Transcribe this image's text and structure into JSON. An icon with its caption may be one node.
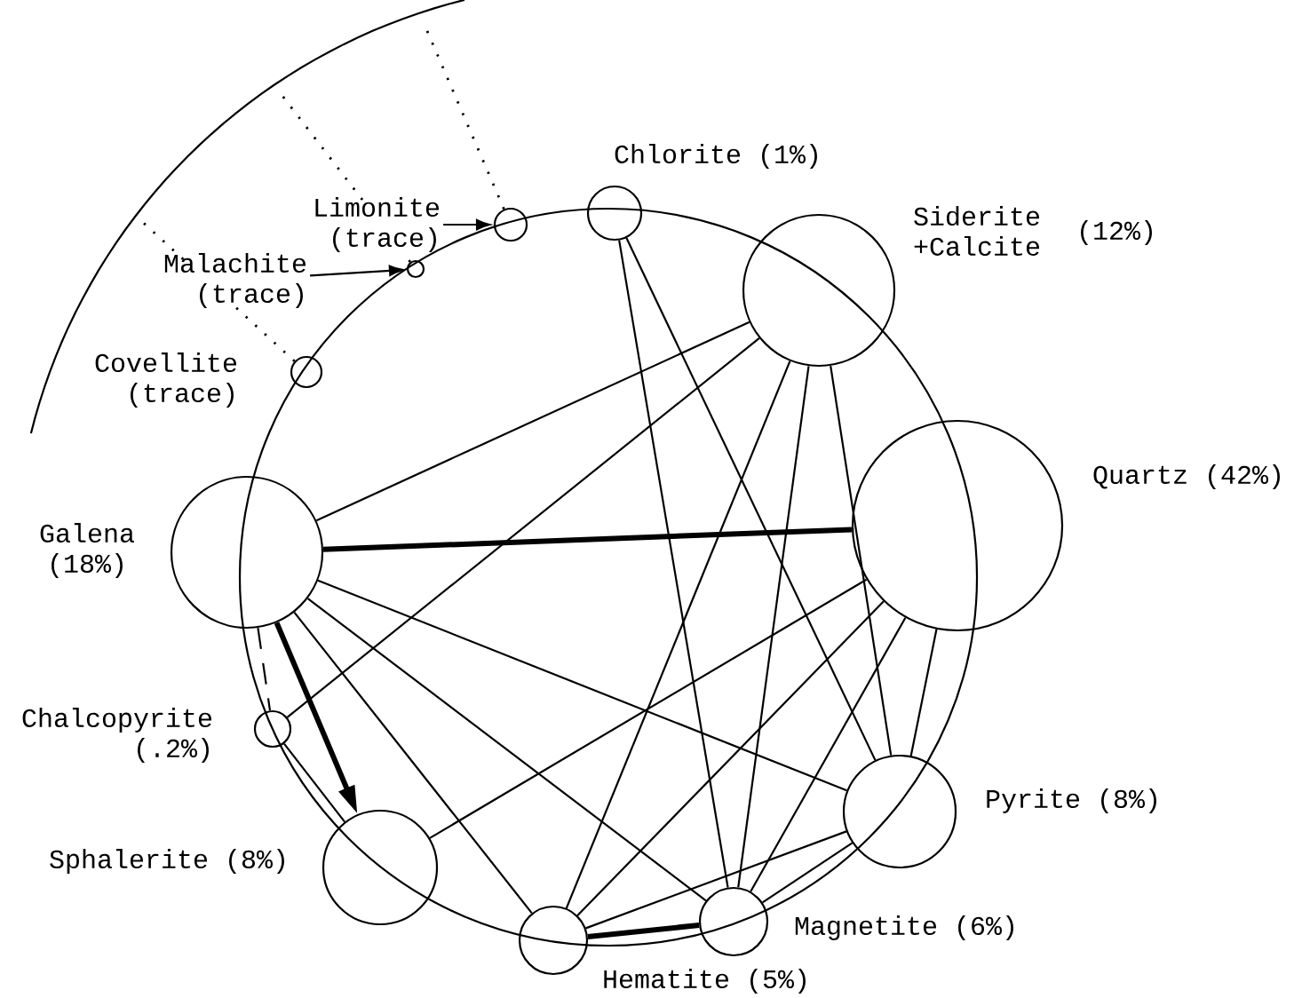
{
  "diagram": {
    "nodes": [
      {
        "text": [
          "Chlorite (1%)"
        ]
      },
      {
        "text": [
          "Siderite +Calcite",
          "(12%)"
        ]
      },
      {
        "text": [
          "Quartz (42%)"
        ]
      },
      {
        "text": [
          "Pyrite (8%)"
        ]
      },
      {
        "text": [
          "Magnetite (6%)"
        ]
      },
      {
        "text": [
          "Hematite (5%)"
        ]
      },
      {
        "text": [
          "Sphalerite (8%)"
        ]
      },
      {
        "text": [
          "Chalcopyrite (.2%)"
        ]
      },
      {
        "text": [
          "Galena (18%)"
        ]
      },
      {
        "text": [
          "Covellite (trace)"
        ]
      },
      {
        "text": [],
        "shape": "circle"
      },
      {
        "text": [
          "Malachite (trace)"
        ]
      },
      {
        "text": [],
        "shape": "circle"
      },
      {
        "text": [
          "Limonite (trace)"
        ]
      }
    ],
    "edges": [
      {
        "from": 0,
        "to": 4,
        "arrow": "none"
      },
      {
        "from": 0,
        "to": 3,
        "arrow": "none"
      },
      {
        "from": 1,
        "to": 8,
        "arrow": "none"
      },
      {
        "from": 1,
        "to": 7,
        "arrow": "none"
      },
      {
        "from": 1,
        "to": 5,
        "arrow": "none"
      },
      {
        "from": 1,
        "to": 4,
        "arrow": "none"
      },
      {
        "from": 1,
        "to": 3,
        "arrow": "none"
      },
      {
        "from": 2,
        "to": 8,
        "arrow": "none",
        "style": "thick"
      },
      {
        "from": 2,
        "to": 6,
        "arrow": "none"
      },
      {
        "from": 2,
        "to": 5,
        "arrow": "none"
      },
      {
        "from": 2,
        "to": 4,
        "arrow": "none"
      },
      {
        "from": 2,
        "to": 3,
        "arrow": "none"
      },
      {
        "from": 3,
        "to": 8,
        "arrow": "none"
      },
      {
        "from": 3,
        "to": 5,
        "arrow": "none"
      },
      {
        "from": 3,
        "to": 4,
        "arrow": "none"
      },
      {
        "from": 4,
        "to": 8,
        "arrow": "none"
      },
      {
        "from": 4,
        "to": 5,
        "arrow": "none",
        "style": "thick"
      },
      {
        "from": 5,
        "to": 8,
        "arrow": "none"
      },
      {
        "from": 8,
        "to": 7,
        "arrow": "none",
        "style": "dashed"
      },
      {
        "from": 8,
        "to": 6,
        "arrow": "to",
        "style": "thick"
      },
      {
        "from": 7,
        "to": 6,
        "arrow": "none"
      },
      {
        "from": 13,
        "to": 12,
        "arrow": "to"
      },
      {
        "from": 11,
        "to": 10,
        "arrow": "to"
      },
      {
        "from": 9,
        "to": null,
        "arrow": "none",
        "style": "dashed"
      },
      {
        "from": 10,
        "to": null,
        "arrow": "none",
        "style": "dashed"
      },
      {
        "from": 12,
        "to": null,
        "arrow": "none",
        "style": "dashed"
      }
    ]
  }
}
